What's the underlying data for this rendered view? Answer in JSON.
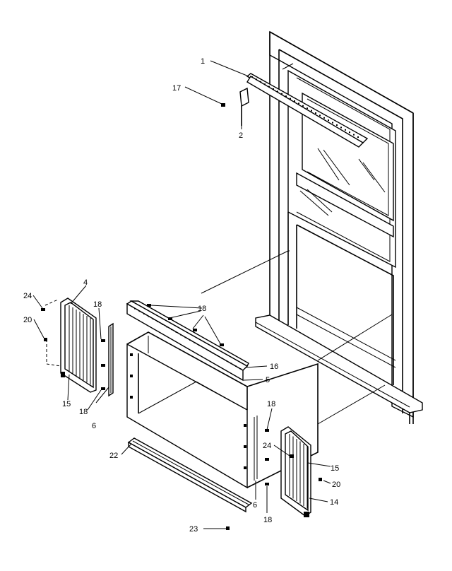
{
  "callouts": [
    {
      "id": "c1",
      "label": "1"
    },
    {
      "id": "c17",
      "label": "17"
    },
    {
      "id": "c2",
      "label": "2"
    },
    {
      "id": "c24a",
      "label": "24"
    },
    {
      "id": "c4",
      "label": "4"
    },
    {
      "id": "c20a",
      "label": "20"
    },
    {
      "id": "c18a",
      "label": "18"
    },
    {
      "id": "c15a",
      "label": "15"
    },
    {
      "id": "c18b",
      "label": "18"
    },
    {
      "id": "c6a",
      "label": "6"
    },
    {
      "id": "c18c",
      "label": "18"
    },
    {
      "id": "c16",
      "label": "16"
    },
    {
      "id": "c5",
      "label": "5"
    },
    {
      "id": "c18d",
      "label": "18"
    },
    {
      "id": "c24b",
      "label": "24"
    },
    {
      "id": "c15b",
      "label": "15"
    },
    {
      "id": "c20b",
      "label": "20"
    },
    {
      "id": "c14",
      "label": "14"
    },
    {
      "id": "c22",
      "label": "22"
    },
    {
      "id": "c6b",
      "label": "6"
    },
    {
      "id": "c18e",
      "label": "18"
    },
    {
      "id": "c23",
      "label": "23"
    }
  ]
}
